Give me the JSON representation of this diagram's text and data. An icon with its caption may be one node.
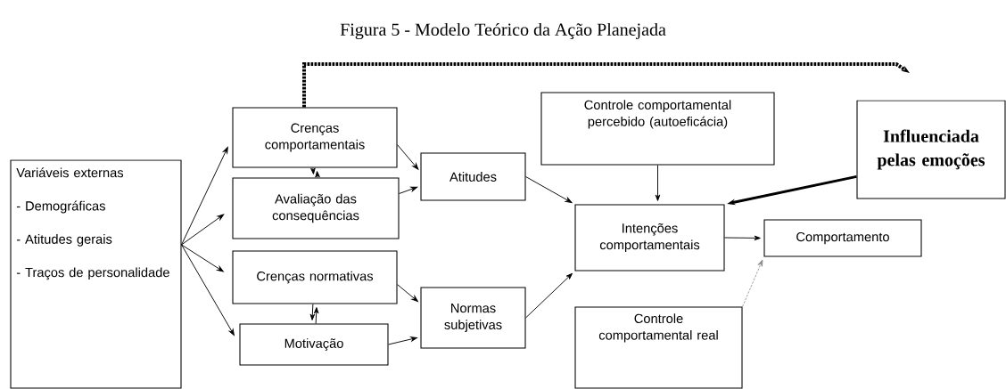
{
  "diagram": {
    "title": "Figura 5 - Modelo Teórico da Ação Planejada",
    "nodes": [
      {
        "text": [
          "Variáveis externas",
          "- Demográficas",
          "- Atitudes gerais",
          "- Traços de personalidade"
        ]
      },
      {
        "text": [
          "Crenças comportamentais"
        ]
      },
      {
        "text": [
          "Avaliação das consequências"
        ]
      },
      {
        "text": [
          "Crenças normativas"
        ]
      },
      {
        "text": [
          "Motivação"
        ]
      },
      {
        "text": [
          "Atitudes"
        ]
      },
      {
        "text": [
          "Normas subjetivas"
        ]
      },
      {
        "text": [
          "Controle comportamental percebido (autoeficácia)"
        ]
      },
      {
        "text": [
          "Intenções comportamentais"
        ]
      },
      {
        "text": [
          "Influenciada pelas emoções"
        ]
      },
      {
        "text": [
          "Comportamento"
        ]
      },
      {
        "text": [
          "Controle comportamental real"
        ]
      }
    ],
    "edges": [
      {
        "from": 0,
        "to": 1,
        "arrow": "to"
      },
      {
        "from": 0,
        "to": 2,
        "arrow": "to"
      },
      {
        "from": 0,
        "to": 3,
        "arrow": "to"
      },
      {
        "from": 0,
        "to": 4,
        "arrow": "to"
      },
      {
        "from": 1,
        "to": 2,
        "arrow": "to"
      },
      {
        "from": 2,
        "to": 1,
        "arrow": "to"
      },
      {
        "from": 3,
        "to": 4,
        "arrow": "to"
      },
      {
        "from": 4,
        "to": 3,
        "arrow": "to"
      },
      {
        "from": 1,
        "to": 5,
        "arrow": "to"
      },
      {
        "from": 2,
        "to": 5,
        "arrow": "to"
      },
      {
        "from": 3,
        "to": 6,
        "arrow": "to"
      },
      {
        "from": 4,
        "to": 6,
        "arrow": "to"
      },
      {
        "from": 5,
        "to": 8,
        "arrow": "to"
      },
      {
        "from": 6,
        "to": 8,
        "arrow": "to"
      },
      {
        "from": 7,
        "to": 8,
        "arrow": "to"
      },
      {
        "from": 9,
        "to": 8,
        "arrow": "to",
        "style": "thick"
      },
      {
        "from": 8,
        "to": 10,
        "arrow": "to"
      },
      {
        "from": 11,
        "to": 10,
        "arrow": "to",
        "style": "dashed",
        "color": "#8c8c8c"
      },
      {
        "from": 1,
        "to": null,
        "arrow": "to",
        "style": "dashed"
      }
    ]
  }
}
